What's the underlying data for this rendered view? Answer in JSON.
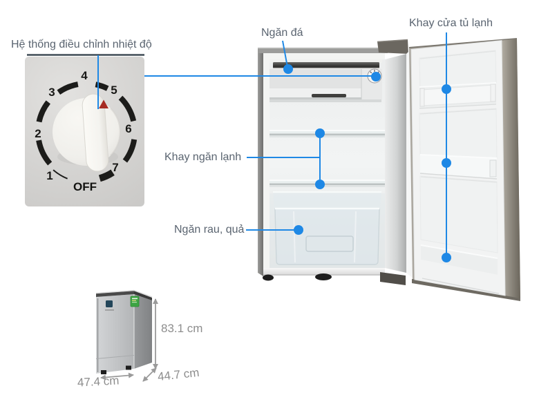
{
  "callouts": {
    "temp_system": "Hệ thống điều chỉnh nhiệt độ",
    "freezer": "Ngăn đá",
    "door_tray": "Khay cửa tủ lạnh",
    "cold_tray": "Khay ngăn lạnh",
    "crisper": "Ngăn rau, quả"
  },
  "dial": {
    "marks": [
      "1",
      "2",
      "3",
      "4",
      "5",
      "6",
      "7"
    ],
    "off": "OFF"
  },
  "dimensions": {
    "height": "83.1 cm",
    "width": "47.4 cm",
    "depth": "44.7 cm"
  },
  "colors": {
    "callout_blue": "#1e88e5",
    "label_gray": "#5a6470",
    "dim_gray": "#8d8d8d",
    "pointer_red": "#a62b22",
    "underline": "#3f4b55"
  }
}
